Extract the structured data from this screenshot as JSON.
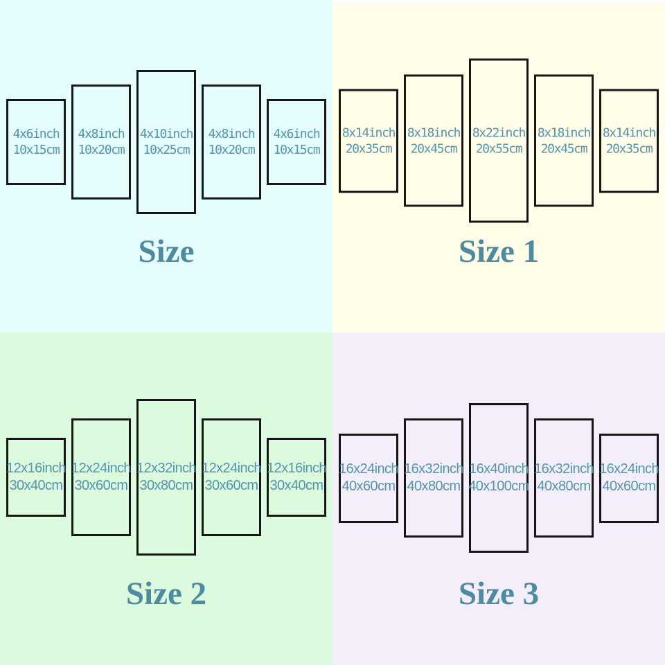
{
  "colors": {
    "quadrant_backgrounds": [
      "#e4fcfb",
      "#fffde8",
      "#dcfadd",
      "#f3eef9"
    ],
    "panel_border": "#161616",
    "label_text": "#5295ab",
    "title_text": "#4c8ba0",
    "top_strip": "#fcfdff"
  },
  "quadrants": [
    {
      "title": "Size",
      "bg": "#e4fcfb",
      "panels": [
        {
          "inch": "4x6inch",
          "cm": "10x15cm"
        },
        {
          "inch": "4x8inch",
          "cm": "10x20cm"
        },
        {
          "inch": "4x10inch",
          "cm": "10x25cm"
        },
        {
          "inch": "4x8inch",
          "cm": "10x20cm"
        },
        {
          "inch": "4x6inch",
          "cm": "10x15cm"
        }
      ]
    },
    {
      "title": "Size 1",
      "bg": "#fffde8",
      "panels": [
        {
          "inch": "8x14inch",
          "cm": "20x35cm"
        },
        {
          "inch": "8x18inch",
          "cm": "20x45cm"
        },
        {
          "inch": "8x22inch",
          "cm": "20x55cm"
        },
        {
          "inch": "8x18inch",
          "cm": "20x45cm"
        },
        {
          "inch": "8x14inch",
          "cm": "20x35cm"
        }
      ]
    },
    {
      "title": "Size 2",
      "bg": "#dcfadd",
      "panels": [
        {
          "inch": "12x16inch",
          "cm": "30x40cm"
        },
        {
          "inch": "12x24inch",
          "cm": "30x60cm"
        },
        {
          "inch": "12x32inch",
          "cm": "30x80cm"
        },
        {
          "inch": "12x24inch",
          "cm": "30x60cm"
        },
        {
          "inch": "12x16inch",
          "cm": "30x40cm"
        }
      ]
    },
    {
      "title": "Size 3",
      "bg": "#f3eef9",
      "panels": [
        {
          "inch": "16x24inch",
          "cm": "40x60cm"
        },
        {
          "inch": "16x32inch",
          "cm": "40x80cm"
        },
        {
          "inch": "16x40inch",
          "cm": "40x100cm"
        },
        {
          "inch": "16x32inch",
          "cm": "40x80cm"
        },
        {
          "inch": "16x24inch",
          "cm": "40x60cm"
        }
      ]
    }
  ]
}
